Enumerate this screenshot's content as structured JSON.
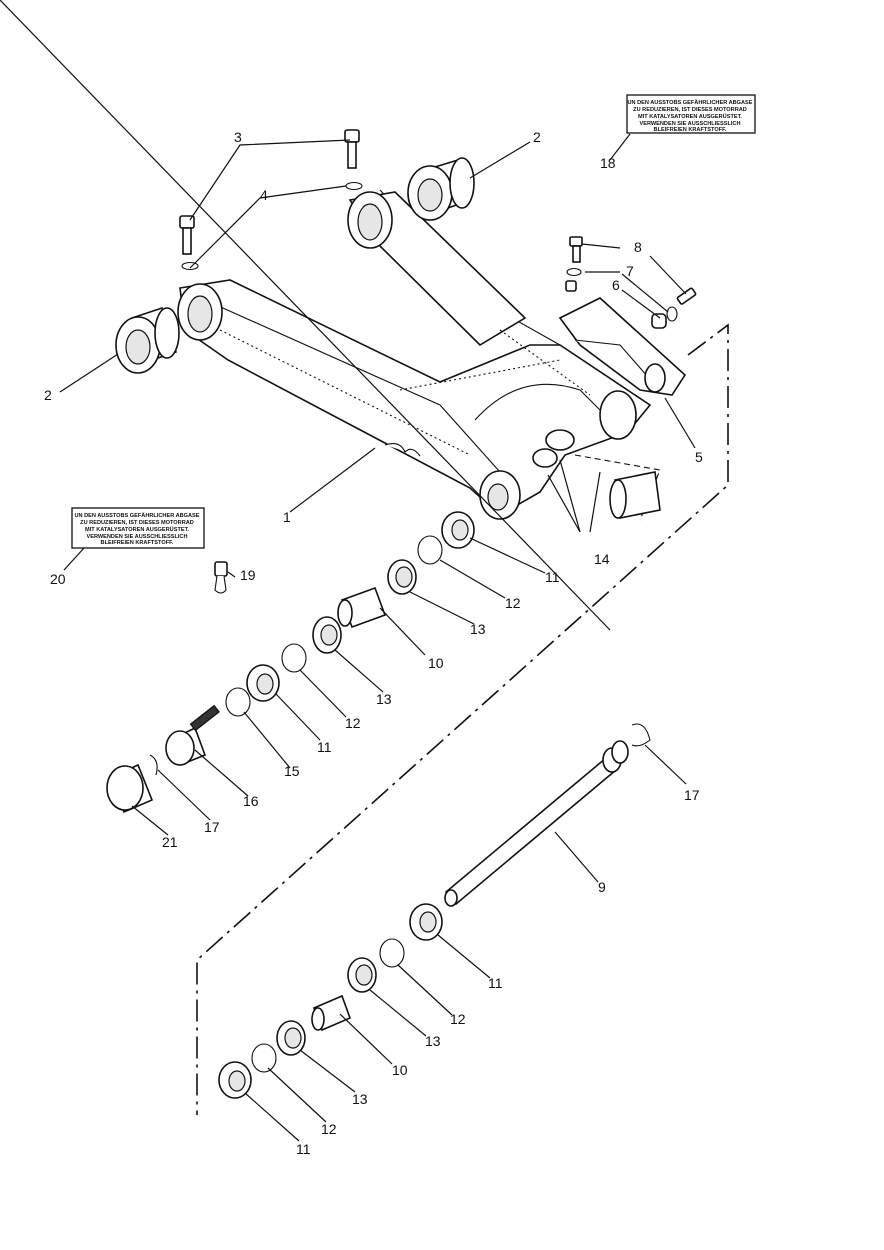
{
  "callouts": {
    "c1": "1",
    "c2a": "2",
    "c2b": "2",
    "c3": "3",
    "c4": "4",
    "c5": "5",
    "c6": "6",
    "c7": "7",
    "c8": "8",
    "c9": "9",
    "c10a": "10",
    "c10b": "10",
    "c11a": "11",
    "c11b": "11",
    "c11c": "11",
    "c11d": "11",
    "c12a": "12",
    "c12b": "12",
    "c12c": "12",
    "c12d": "12",
    "c13a": "13",
    "c13b": "13",
    "c13c": "13",
    "c13d": "13",
    "c14": "14",
    "c15": "15",
    "c16": "16",
    "c17a": "17",
    "c17b": "17",
    "c18": "18",
    "c19": "19",
    "c20": "20",
    "c21": "21"
  },
  "warning_label": {
    "lines": [
      "UN DEN AUSSTOBS GEFÄHRLICHER ABGASE",
      "ZU REDUZIEREN, IST DIESES MOTORRAD",
      "MIT KATALYSATOREN AUSGERÜSTET.",
      "VERWENDEN SIE AUSSCHLIESSLICH",
      "BLEIFREIEN KRAFTSTOFF."
    ]
  }
}
